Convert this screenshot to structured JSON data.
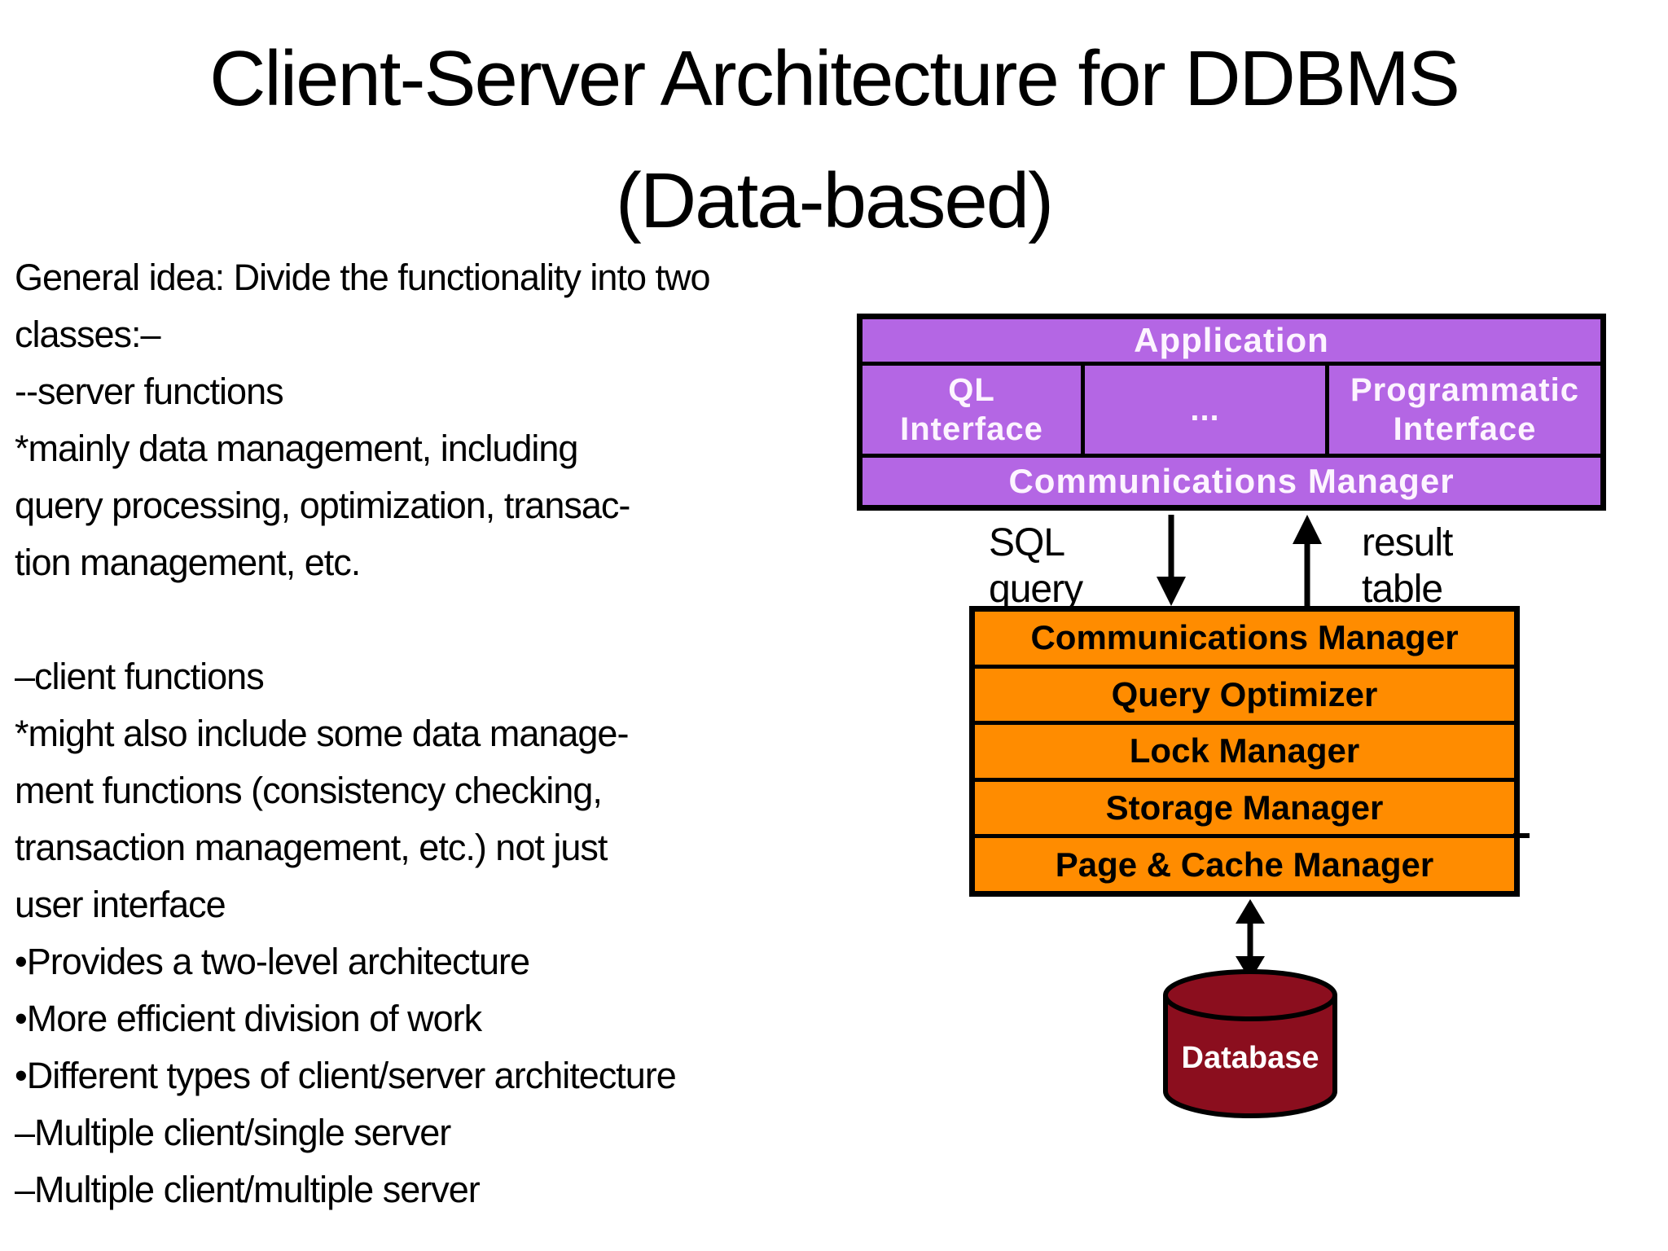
{
  "title": {
    "line1": "Client-Server Architecture for DDBMS",
    "line2": "(Data-based)"
  },
  "body": {
    "lines": [
      "General idea: Divide the functionality into two",
      "classes:–",
      "--server functions",
      "*mainly data management, including",
      "query processing, optimization, transac-",
      "tion management, etc.",
      "",
      "–client functions",
      "*might also include some data manage-",
      "ment functions (consistency checking,",
      "transaction management, etc.) not just",
      "user interface",
      "•Provides a two-level architecture",
      "•More efficient division of work",
      "•Different types of client/server architecture",
      "–Multiple client/single server",
      "–Multiple client/multiple server"
    ]
  },
  "diagram": {
    "colors": {
      "purple": "#B466E4",
      "orange": "#FF8C00",
      "db_red": "#8B0E1E",
      "border": "#000000"
    },
    "client_box": {
      "application_label": "Application",
      "ql_interface_lines": [
        "QL",
        "Interface"
      ],
      "dots_label": "...",
      "programmatic_lines": [
        "Programmatic",
        "Interface"
      ],
      "comms_label": "Communications Manager"
    },
    "flow": {
      "sql_query_lines": [
        "SQL",
        "query"
      ],
      "result_table_lines": [
        "result",
        "table"
      ]
    },
    "server_box": {
      "rows": [
        "Communications Manager",
        "Query Optimizer",
        "Lock Manager",
        "Storage Manager",
        "Page & Cache Manager"
      ]
    },
    "database": {
      "label": "Database"
    }
  }
}
